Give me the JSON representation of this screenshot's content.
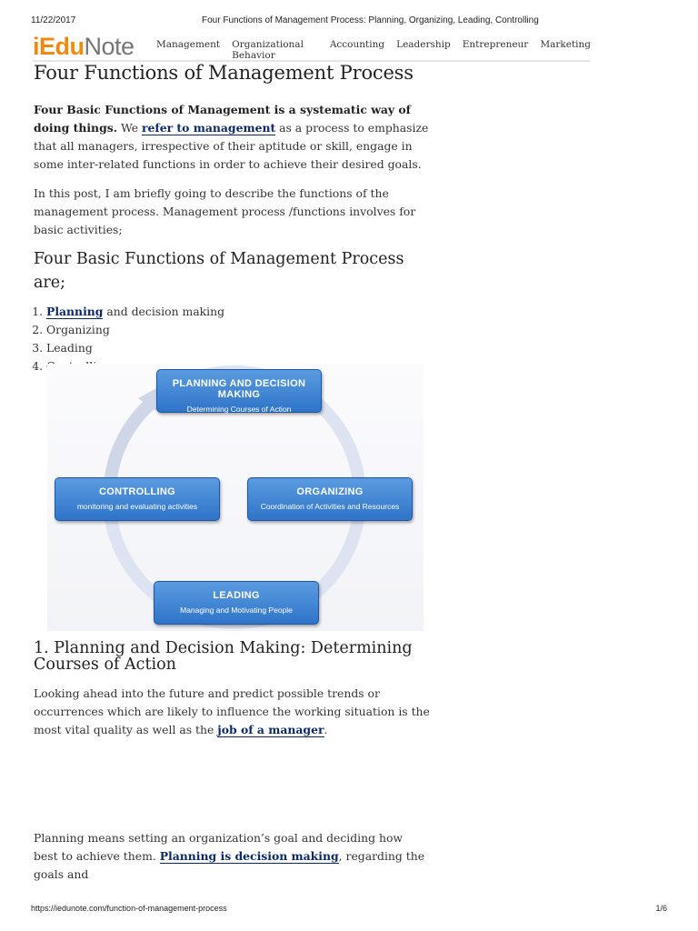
{
  "print": {
    "date": "11/22/2017",
    "title": "Four Functions of Management Process: Planning, Organizing, Leading, Controlling",
    "url": "https://iedunote.com/function-of-management-process",
    "page": "1/6"
  },
  "site": {
    "logo_prefix": "iEdu",
    "logo_rest": "Note",
    "nav": [
      "Management",
      "Organizational Behavior",
      "Accounting",
      "Leadership",
      "Entrepreneur",
      "Marketing"
    ]
  },
  "article": {
    "title": "Four Functions of Management Process",
    "intro_strong": "Four Basic Functions of Management is a systematic way of doing things.",
    "intro_we": " We ",
    "intro_link": "refer to management",
    "intro_rest": " as a process to emphasize that all managers, irrespective of their aptitude or skill, engage in some inter-related functions in order to achieve their desired goals.",
    "para2": "In this post, I am briefly going to describe the functions of the management process. Management process /functions involves for basic activities;",
    "section_title": "Four Basic Functions of Management Process are;",
    "list": {
      "item1_link": "Planning",
      "item1_rest": " and decision making",
      "item2": "Organizing",
      "item3": "Leading",
      "item4": "Controlling"
    },
    "sub_title": "1. Planning and Decision Making: Determining Courses of Action",
    "para3_start": "Looking ahead into the future and predict possible trends or occurrences which are likely to influence the working situation is the most vital quality as well as the ",
    "para3_link": "job of a manager",
    "para3_end": ".",
    "para4_start": "Planning means setting an organization’s goal and deciding how best to achieve them. ",
    "para4_link": "Planning is decision making",
    "para4_end": ", regarding the goals and"
  },
  "diagram": {
    "planning_title": "PLANNING AND DECISION MAKING",
    "planning_sub": "Determining Courses of Action",
    "organizing_title": "ORGANIZING",
    "organizing_sub": "Coordination of Activities and Resources",
    "leading_title": "LEADING",
    "leading_sub": "Managing and Motivating People",
    "controlling_title": "CONTROLLING",
    "controlling_sub": "monitoring and evaluating activities",
    "box_color": "#2f74c9",
    "ring_color": "#cfd6e8"
  }
}
